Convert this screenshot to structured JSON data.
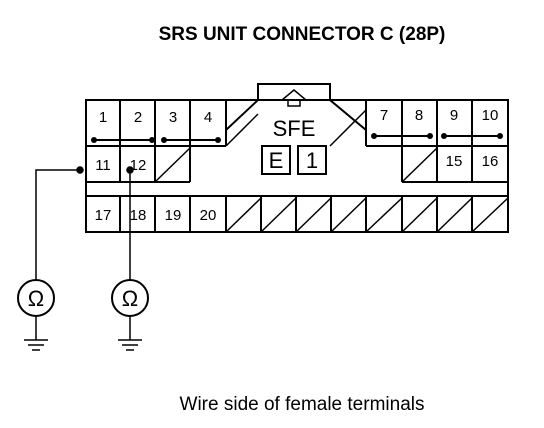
{
  "title": "SRS UNIT CONNECTOR C (28P)",
  "caption": "Wire side of female terminals",
  "connector": {
    "label": "SFE",
    "marker_letter": "E",
    "marker_number": "1",
    "arrow_icon": "up-arrow-icon",
    "terminals": {
      "t1": "1",
      "t2": "2",
      "t3": "3",
      "t4": "4",
      "t7": "7",
      "t8": "8",
      "t9": "9",
      "t10": "10",
      "t11": "11",
      "t12": "12",
      "t15": "15",
      "t16": "16",
      "t17": "17",
      "t18": "18",
      "t19": "19",
      "t20": "20"
    }
  },
  "meters": [
    {
      "icon": "ohmmeter-icon",
      "symbol": "Ω",
      "probe_terminal": "11"
    },
    {
      "icon": "ohmmeter-icon",
      "symbol": "Ω",
      "probe_terminal": "12"
    }
  ],
  "ground_icon": "ground-icon"
}
